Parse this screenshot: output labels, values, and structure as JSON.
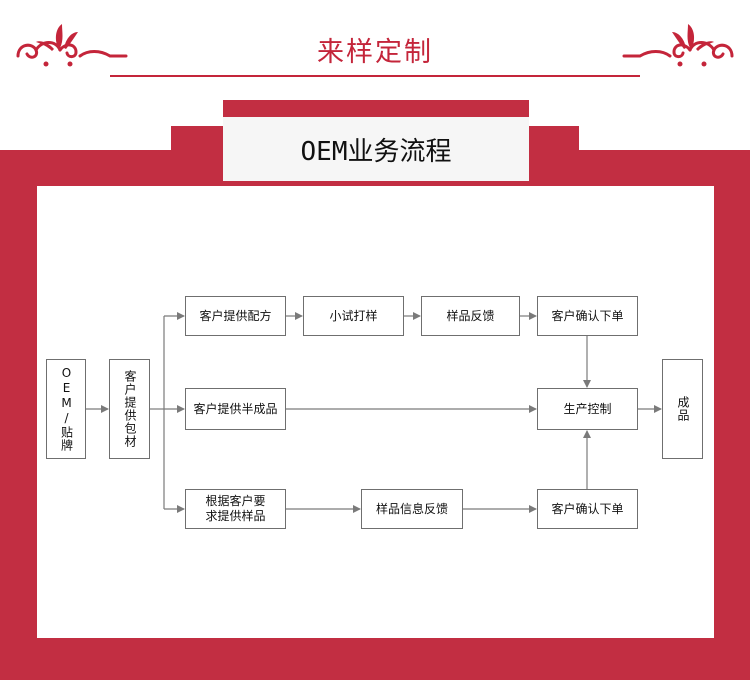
{
  "header": {
    "title": "来样定制"
  },
  "tab": {
    "title": "OEM业务流程"
  },
  "nodes": {
    "oem": "OEM/贴牌",
    "packaging": "客户提供包材",
    "formula": "客户提供配方",
    "trial": "小试打样",
    "sample_feedback": "样品反馈",
    "confirm_order_top": "客户确认下单",
    "semi_finished": "客户提供半成品",
    "production": "生产控制",
    "finished": "成品",
    "custom_sample": "根据客户要求提供样品",
    "sample_info_feedback": "样品信息反馈",
    "confirm_order_bottom": "客户确认下单"
  },
  "colors": {
    "brand_red": "#c22e42",
    "title_red": "#c4253a",
    "line": "#7a7a7a"
  }
}
